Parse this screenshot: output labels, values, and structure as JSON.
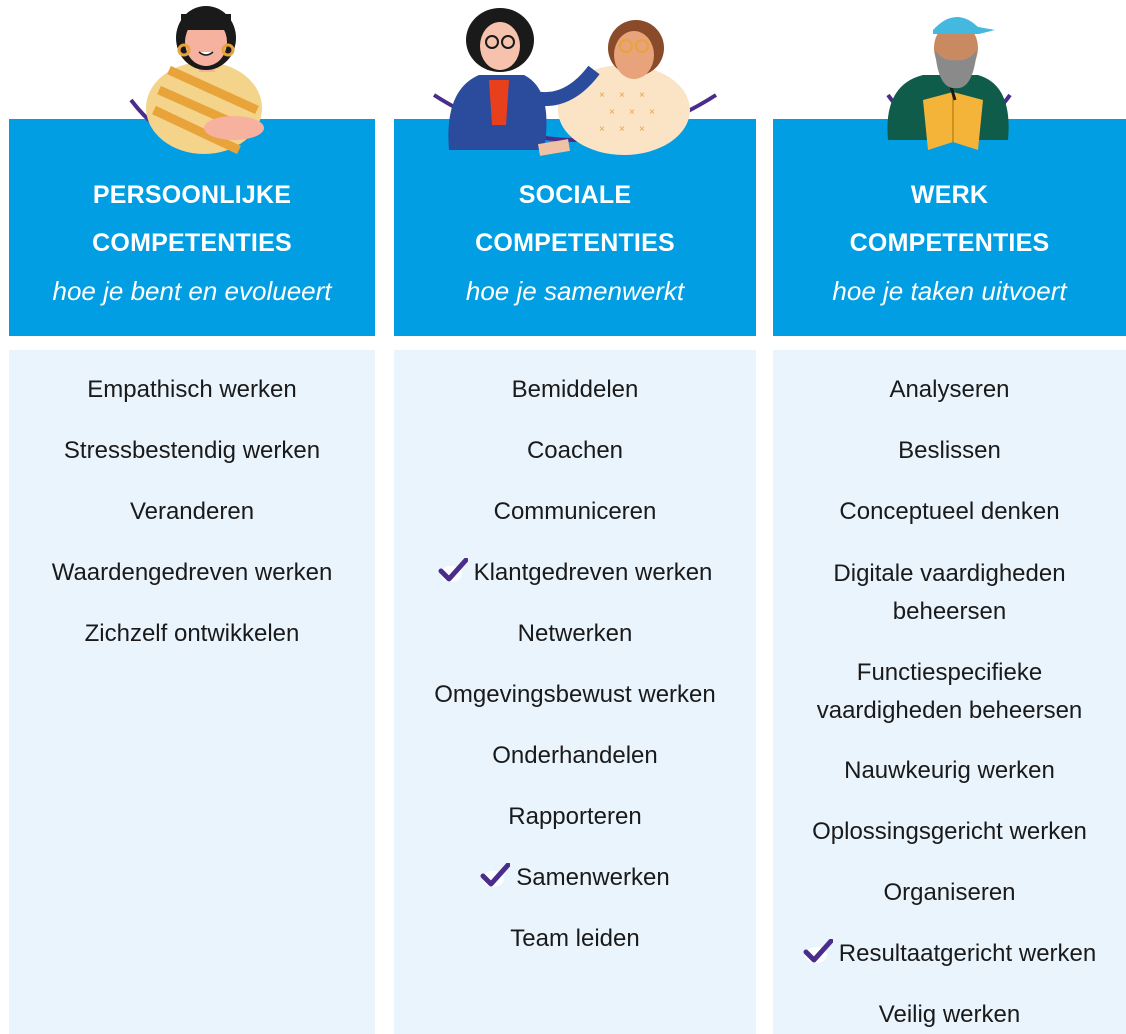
{
  "colors": {
    "header_bg": "#019ee3",
    "list_bg": "#eaf4fc",
    "check": "#4a2d8a"
  },
  "columns": [
    {
      "title_line1": "PERSOONLIJKE",
      "title_line2": "COMPETENTIES",
      "subtitle": "hoe je bent en evolueert",
      "illustration": "woman-striped-sweater-icon",
      "items": [
        {
          "label": "Empathisch werken",
          "checked": false
        },
        {
          "label": "Stressbestendig werken",
          "checked": false
        },
        {
          "label": "Veranderen",
          "checked": false
        },
        {
          "label": "Waardengedreven werken",
          "checked": false
        },
        {
          "label": "Zichzelf ontwikkelen",
          "checked": false
        }
      ]
    },
    {
      "title_line1": "SOCIALE",
      "title_line2": "COMPETENTIES",
      "subtitle": "hoe je samenwerkt",
      "illustration": "two-women-handshake-icon",
      "items": [
        {
          "label": "Bemiddelen",
          "checked": false
        },
        {
          "label": "Coachen",
          "checked": false
        },
        {
          "label": "Communiceren",
          "checked": false
        },
        {
          "label": "Klantgedreven werken",
          "checked": true
        },
        {
          "label": "Netwerken",
          "checked": false
        },
        {
          "label": "Omgevingsbewust werken",
          "checked": false
        },
        {
          "label": "Onderhandelen",
          "checked": false
        },
        {
          "label": "Rapporteren",
          "checked": false
        },
        {
          "label": "Samenwerken",
          "checked": true
        },
        {
          "label": "Team leiden",
          "checked": false
        }
      ]
    },
    {
      "title_line1": "WERK",
      "title_line2": "COMPETENTIES",
      "subtitle": "hoe je taken uitvoert",
      "illustration": "man-with-notebook-icon",
      "items": [
        {
          "label": "Analyseren",
          "checked": false
        },
        {
          "label": "Beslissen",
          "checked": false
        },
        {
          "label": "Conceptueel denken",
          "checked": false
        },
        {
          "label": "Digitale vaardigheden beheersen",
          "checked": false,
          "lines": [
            "Digitale vaardigheden",
            "beheersen"
          ]
        },
        {
          "label": "Functiespecifieke vaardigheden beheersen",
          "checked": false,
          "lines": [
            "Functiespecifieke",
            "vaardigheden beheersen"
          ]
        },
        {
          "label": "Nauwkeurig werken",
          "checked": false
        },
        {
          "label": "Oplossingsgericht werken",
          "checked": false
        },
        {
          "label": "Organiseren",
          "checked": false
        },
        {
          "label": "Resultaatgericht werken",
          "checked": true
        },
        {
          "label": "Veilig werken",
          "checked": false
        }
      ]
    }
  ]
}
